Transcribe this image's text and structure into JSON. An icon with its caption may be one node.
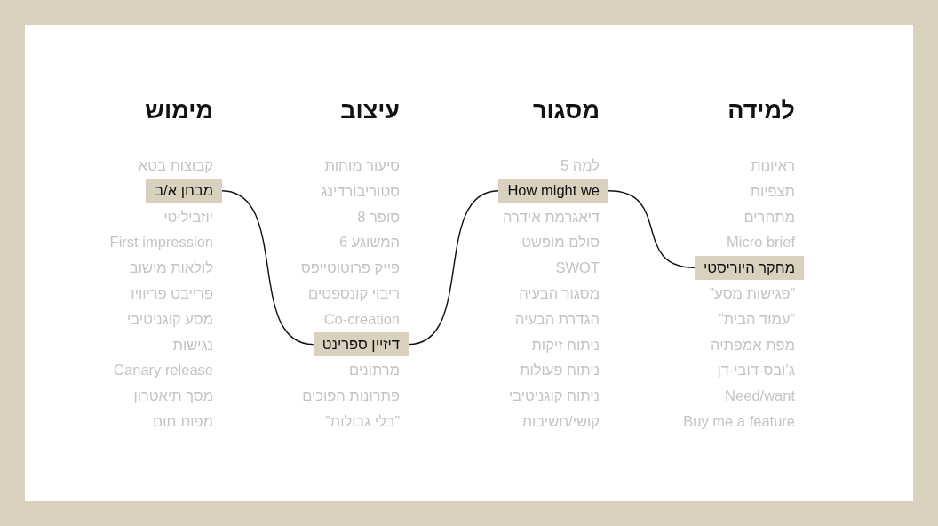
{
  "diagram": {
    "nodes": [
      {
        "text": [
          "מחקר היוריסטי"
        ]
      },
      {
        "text": [
          "How might we"
        ]
      },
      {
        "text": [
          "דיזיין ספרינט"
        ]
      },
      {
        "text": [
          "מבחן א/ב"
        ]
      }
    ],
    "edges": [
      {
        "from": 0,
        "to": 1,
        "arrow": "none"
      },
      {
        "from": 1,
        "to": 2,
        "arrow": "none"
      },
      {
        "from": 2,
        "to": 3,
        "arrow": "none"
      }
    ],
    "labels": [
      "למידה",
      "ראיונות",
      "תצפיות",
      "מתחרים",
      "Micro brief",
      "”פגישות מסע”",
      "”עמוד הבית”",
      "מפת אמפתיה",
      "ג’ובס-דובי-דן",
      "Need/want",
      "Buy me a feature",
      "מסגור",
      "למה 5",
      "דיאגרמת אידרה",
      "סולם מופשט",
      "SWOT",
      "מסגור הבעיה",
      "הגדרת הבעיה",
      "ניתוח זיקות",
      "ניתוח פעולות",
      "ניתוח קוגניטיבי",
      "קושי/חשיבות",
      "עיצוב",
      "סיעור מוחות",
      "סטוריבורדינג",
      "סופר 8",
      "המשוגע 6",
      "פייק פרוטוטייפס",
      "ריבוי קונספטים",
      "Co-creation",
      "מרתונים",
      "פתרונות הפוכים",
      "”בלי גבולות”",
      "מימוש",
      "קבוצות בטא",
      "יוזביליטי",
      "First impression",
      "לולאות מישוב",
      "פרייבט פריוויו",
      "מסע קוגניטיבי",
      "נגישות",
      "Canary release",
      "מסך תיאטרון",
      "מפות חום"
    ]
  }
}
